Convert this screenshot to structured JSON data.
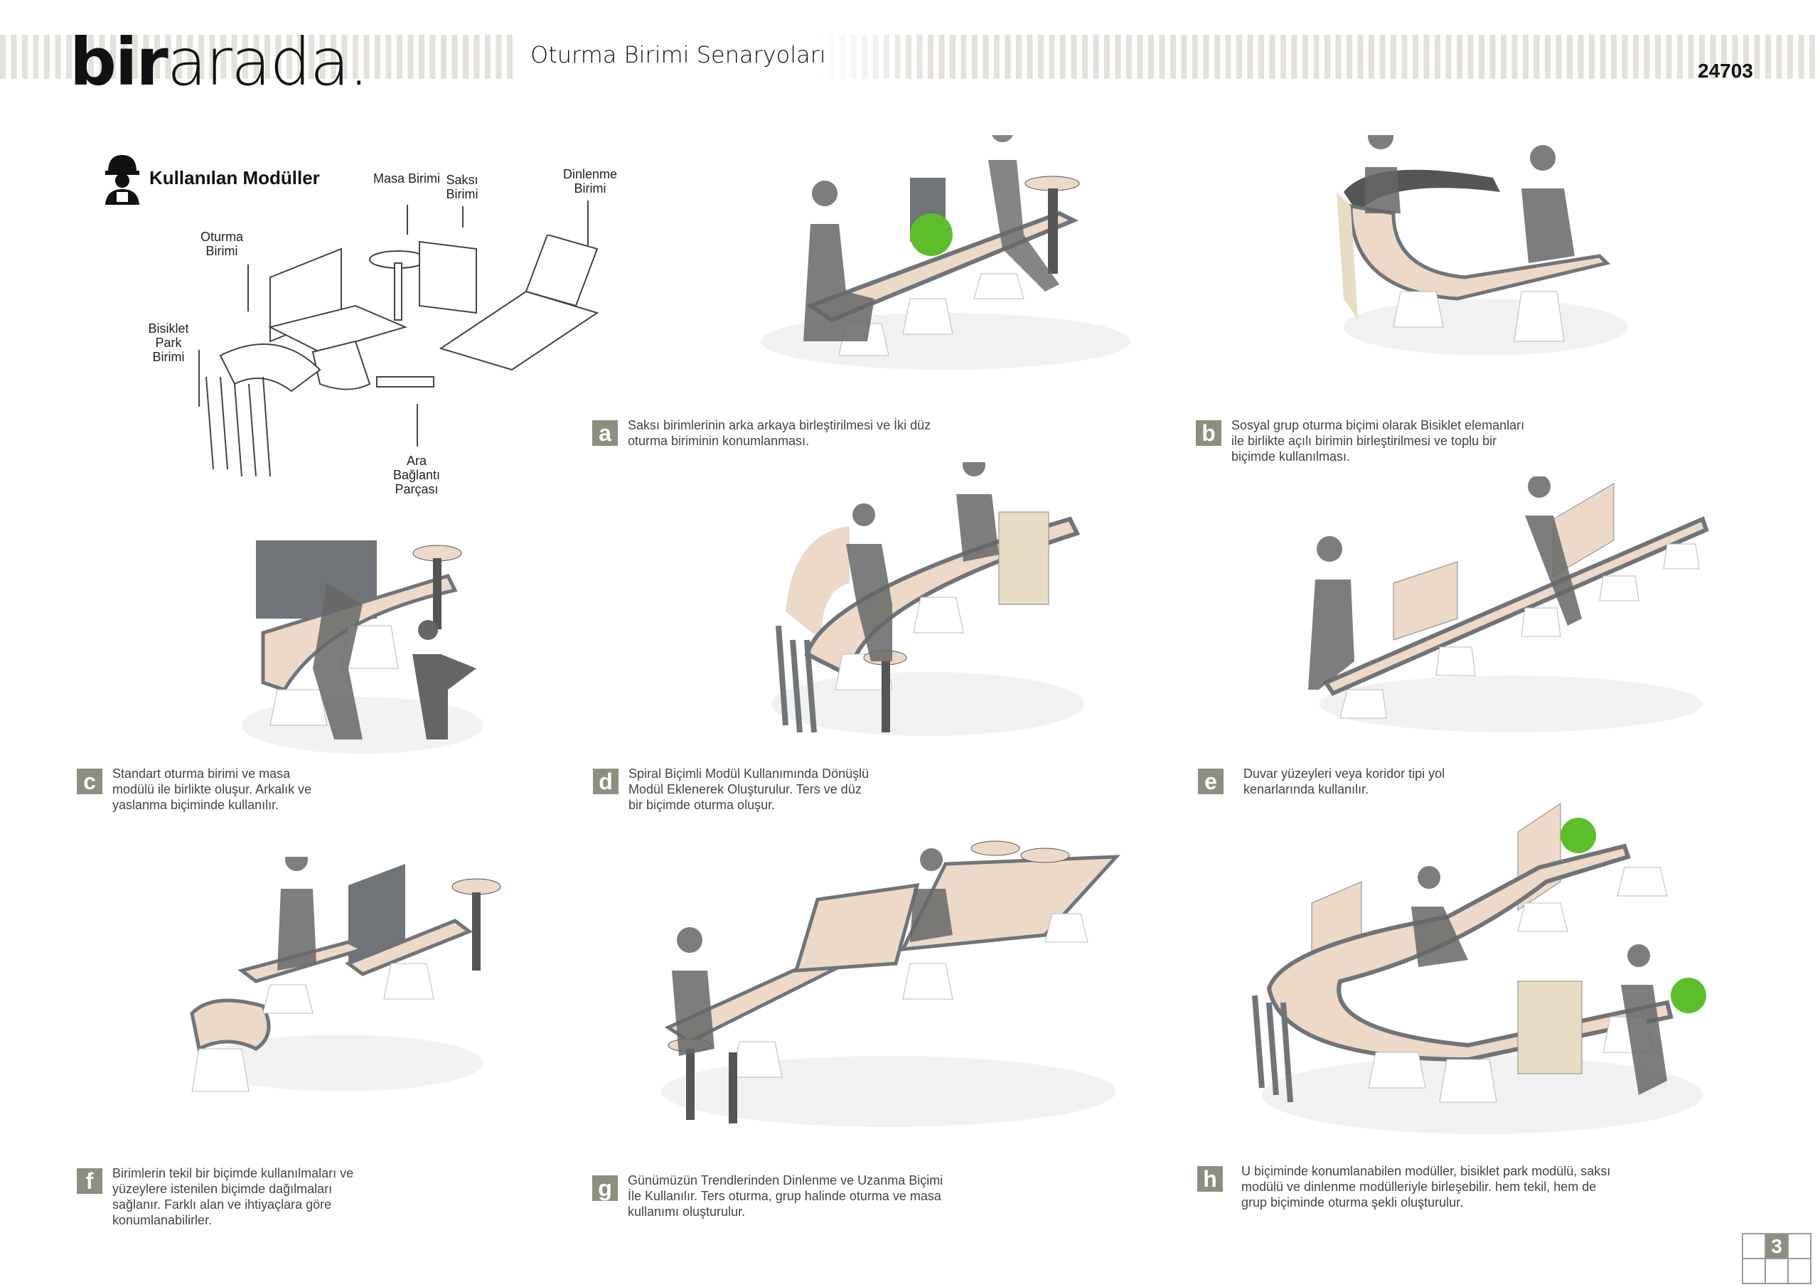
{
  "header": {
    "logo_bold": "bir",
    "logo_light": "arada.",
    "title": "Oturma Birimi Senaryoları",
    "code": "24703"
  },
  "modules": {
    "heading": "Kullanılan Modüller",
    "labels": {
      "masa": "Masa Birimi",
      "saksi": "Saksı Birimi",
      "dinlenme": "Dinlenme Birimi",
      "oturma": "Oturma Birimi",
      "bisiklet": "Bisiklet Park Birimi",
      "ara": "Ara Bağlantı Parçası"
    }
  },
  "scenarios": [
    {
      "letter": "a",
      "text": "Saksı birimlerinin arka arkaya birleştirilmesi ve İki düz oturma biriminin konumlanması."
    },
    {
      "letter": "b",
      "text": "Sosyal grup oturma biçimi olarak Bisiklet elemanları ile birlikte açılı birimin birleştirilmesi ve toplu bir biçimde kullanılması."
    },
    {
      "letter": "c",
      "text": "Standart oturma birimi ve masa modülü ile birlikte oluşur. Arkalık ve yaslanma biçiminde kullanılır."
    },
    {
      "letter": "d",
      "text": "Spiral Biçimli Modül Kullanımında Dönüşlü Modül Eklenerek Oluşturulur. Ters ve düz bir biçimde oturma oluşur."
    },
    {
      "letter": "e",
      "text": "Duvar yüzeyleri veya koridor tipi yol kenarlarında kullanılır."
    },
    {
      "letter": "f",
      "text": "Birimlerin tekil bir biçimde kullanılmaları ve yüzeylere istenilen biçimde dağılmaları sağlanır. Farklı alan ve ihtiyaçlara göre konumlanabilirler."
    },
    {
      "letter": "g",
      "text": "Günümüzün Trendlerinden Dinlenme ve Uzanma Biçimi İle Kullanılır. Ters oturma, grup halinde oturma ve masa kullanımı oluşturulur."
    },
    {
      "letter": "h",
      "text": "U biçiminde konumlanabilen modüller, bisiklet park modülü, saksı modülü ve dinlenme modülleriyle birleşebilir. hem tekil, hem de grup biçiminde oturma şekli oluşturulur."
    }
  ],
  "page": {
    "number": "3"
  },
  "colors": {
    "badge": "#8d8d80",
    "wood": "#ecd9c8",
    "stripe": "#e4e1da"
  }
}
